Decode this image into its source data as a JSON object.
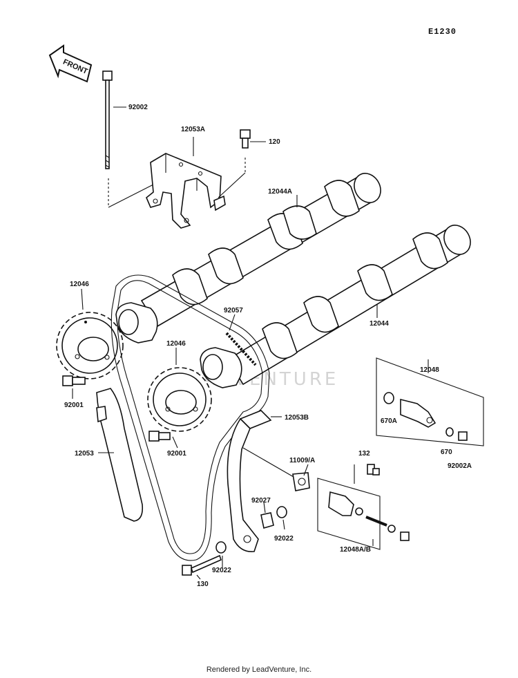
{
  "diagram_code": "E1230",
  "front_arrow_label": "FRONT",
  "watermark": "LEADVENTURE",
  "footer": "Rendered by LeadVenture, Inc.",
  "parts": {
    "p92002": "92002",
    "p12053A": "12053A",
    "p120": "120",
    "p12044A": "12044A",
    "p12046a": "12046",
    "p92057": "92057",
    "p12044": "12044",
    "p12046b": "12046",
    "p12048": "12048",
    "p92001a": "92001",
    "p670A": "670A",
    "p12053B": "12053B",
    "p92001b": "92001",
    "p670": "670",
    "p92002A": "92002A",
    "p12053": "12053",
    "p132": "132",
    "p11009A": "11009/A",
    "p92027": "92027",
    "p92022a": "92022",
    "p12048AB": "12048A/B",
    "p92022b": "92022",
    "p130": "130"
  }
}
